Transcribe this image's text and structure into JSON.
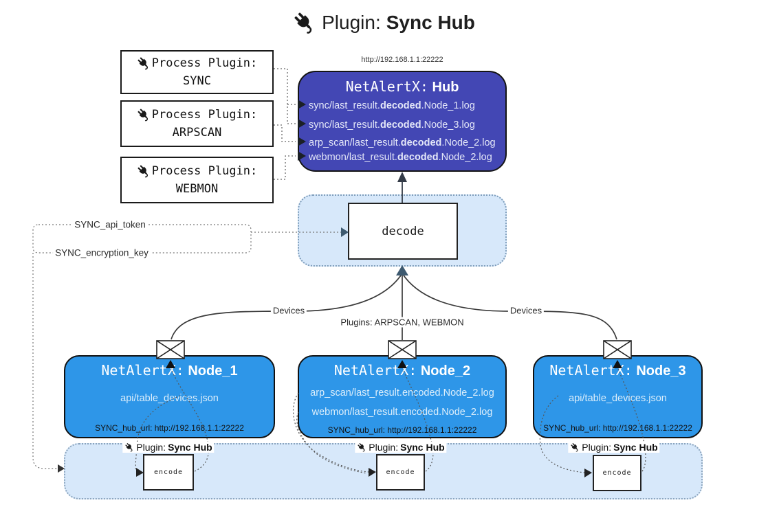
{
  "colors": {
    "hub_fill": "#4347b4",
    "node_fill": "#2e96e8",
    "panel_fill": "#d7e8fa"
  },
  "title": {
    "label": "Plugin:",
    "name": "Sync Hub"
  },
  "hub": {
    "url": "http://192.168.1.1:22222",
    "prefix": "NetAlertX:",
    "name": "Hub",
    "files": [
      {
        "pre": "sync/last_result.",
        "bold": "decoded",
        "post": ".Node_1.log"
      },
      {
        "pre": "sync/last_result.",
        "bold": "decoded",
        "post": ".Node_3.log"
      },
      {
        "pre": "arp_scan/last_result.",
        "bold": "decoded",
        "post": ".Node_2.log"
      },
      {
        "pre": "webmon/last_result.",
        "bold": "decoded",
        "post": ".Node_2.log"
      }
    ]
  },
  "process_plugins": [
    {
      "label": "Process Plugin:",
      "name": "SYNC"
    },
    {
      "label": "Process Plugin:",
      "name": "ARPSCAN"
    },
    {
      "label": "Process Plugin:",
      "name": "WEBMON"
    }
  ],
  "config": {
    "api_token": "SYNC_api_token",
    "encryption_key": "SYNC_encryption_key"
  },
  "decode_label": "decode",
  "edge_labels": {
    "left": "Devices",
    "center": "Plugins: ARPSCAN, WEBMON",
    "right": "Devices"
  },
  "nodes": [
    {
      "prefix": "NetAlertX:",
      "name": "Node_1",
      "files": [
        "api/table_devices.json"
      ],
      "hub_url": "SYNC_hub_url: http://192.168.1.1:22222"
    },
    {
      "prefix": "NetAlertX:",
      "name": "Node_2",
      "files": [
        "arp_scan/last_result.encoded.Node_2.log",
        "webmon/last_result.encoded.Node_2.log"
      ],
      "hub_url": "SYNC_hub_url: http://192.168.1.1:22222"
    },
    {
      "prefix": "NetAlertX:",
      "name": "Node_3",
      "files": [
        "api/table_devices.json"
      ],
      "hub_url": "SYNC_hub_url: http://192.168.1.1:22222"
    }
  ],
  "encoder": {
    "label": "Plugin:",
    "name": "Sync Hub",
    "box": "encode"
  }
}
